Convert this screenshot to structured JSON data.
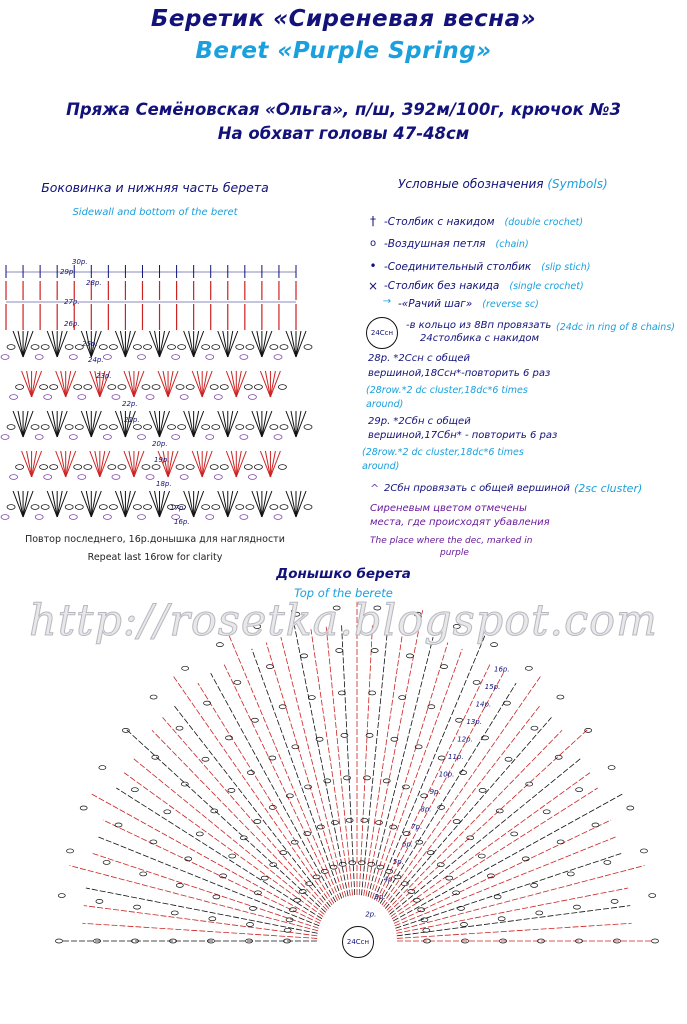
{
  "title": {
    "ru": "Беретик «Сиреневая весна»",
    "en": "Beret «Purple Spring»"
  },
  "info": {
    "yarn": "Пряжа Семёновская «Ольга», п/ш, 392м/100г, крючок №3",
    "size": "На обхват головы 47-48см"
  },
  "side_section": {
    "ru": "Боковинка и нижняя часть берета",
    "en": "Sidewall and bottom of the beret",
    "repeat_ru": "Повтор последнего, 16р.донышка для наглядности",
    "repeat_en": "Repeat last 16row for clarity",
    "row_labels": [
      "30р.",
      "29р.",
      "28р.",
      "27р.",
      "26р.",
      "25р.",
      "24р.",
      "23р.",
      "22р.",
      "21р.",
      "20р.",
      "19р.",
      "18р.",
      "17р.",
      "16р."
    ]
  },
  "symbols": {
    "heading_ru": "Условные обозначения",
    "heading_en": "(Symbols)",
    "items": [
      {
        "icon": "double-crochet-icon",
        "glyph": "†",
        "ru": "-Столбик с накидом",
        "en": "(double crochet)"
      },
      {
        "icon": "chain-icon",
        "glyph": "o",
        "ru": "-Воздушная петля",
        "en": "(chain)"
      },
      {
        "icon": "slip-stitch-icon",
        "glyph": "•",
        "ru": "-Соединительный столбик",
        "en": "(slip stich)"
      },
      {
        "icon": "single-crochet-icon",
        "glyph": "×",
        "ru": "-Столбик без накида",
        "en": "(single crochet)"
      },
      {
        "icon": "reverse-sc-icon",
        "glyph": "→",
        "ru": "-«Рачий шаг»",
        "en": "(reverse sc)"
      }
    ],
    "ring_label": "24Ссн",
    "ring_ru_1": "-в кольцо из 8Вп провязать",
    "ring_ru_2": "24столбика с накидом",
    "ring_en": "(24dc in ring of 8 chains)",
    "row28_ru_1": "28р. *2Ссн с общей",
    "row28_ru_2": "вершиной,18Ссн*-повторить 6 раз",
    "row28_en_1": "(28row.*2 dc cluster,18dc*6 times",
    "row28_en_2": "around)",
    "row29_ru_1": "29р. *2Сбн с общей",
    "row29_ru_2": "вершиной,17Сбн* - повторить 6 раз",
    "row29_en_1": "(28row.*2 dc cluster,18dc*6 times",
    "row29_en_2": "around)",
    "cluster_glyph": "^",
    "cluster_ru": "2Сбн провязать с общей вершиной",
    "cluster_en": "(2sc cluster)",
    "dec_ru_1": "Сиреневым цветом отмечены",
    "dec_ru_2": "места, где происходят убавления",
    "dec_en_1": "The place where the dec, marked in",
    "dec_en_2": "purple"
  },
  "top_section": {
    "ru": "Донышко берета",
    "en": "Top of the berete",
    "center_label": "24Ссн",
    "row_labels": [
      "1р.",
      "2р.",
      "3р.",
      "4р.",
      "5р.",
      "6р.",
      "7р.",
      "8р.",
      "9р.",
      "10р.",
      "11р.",
      "12р.",
      "13р.",
      "14р.",
      "15р.",
      "16р."
    ]
  },
  "watermark": "http://rosetka.blogspot.com",
  "colors": {
    "navy": "#12127a",
    "cyan": "#1aa0dd",
    "red": "#cc2222",
    "purple": "#7b3fa8",
    "black": "#111111"
  }
}
